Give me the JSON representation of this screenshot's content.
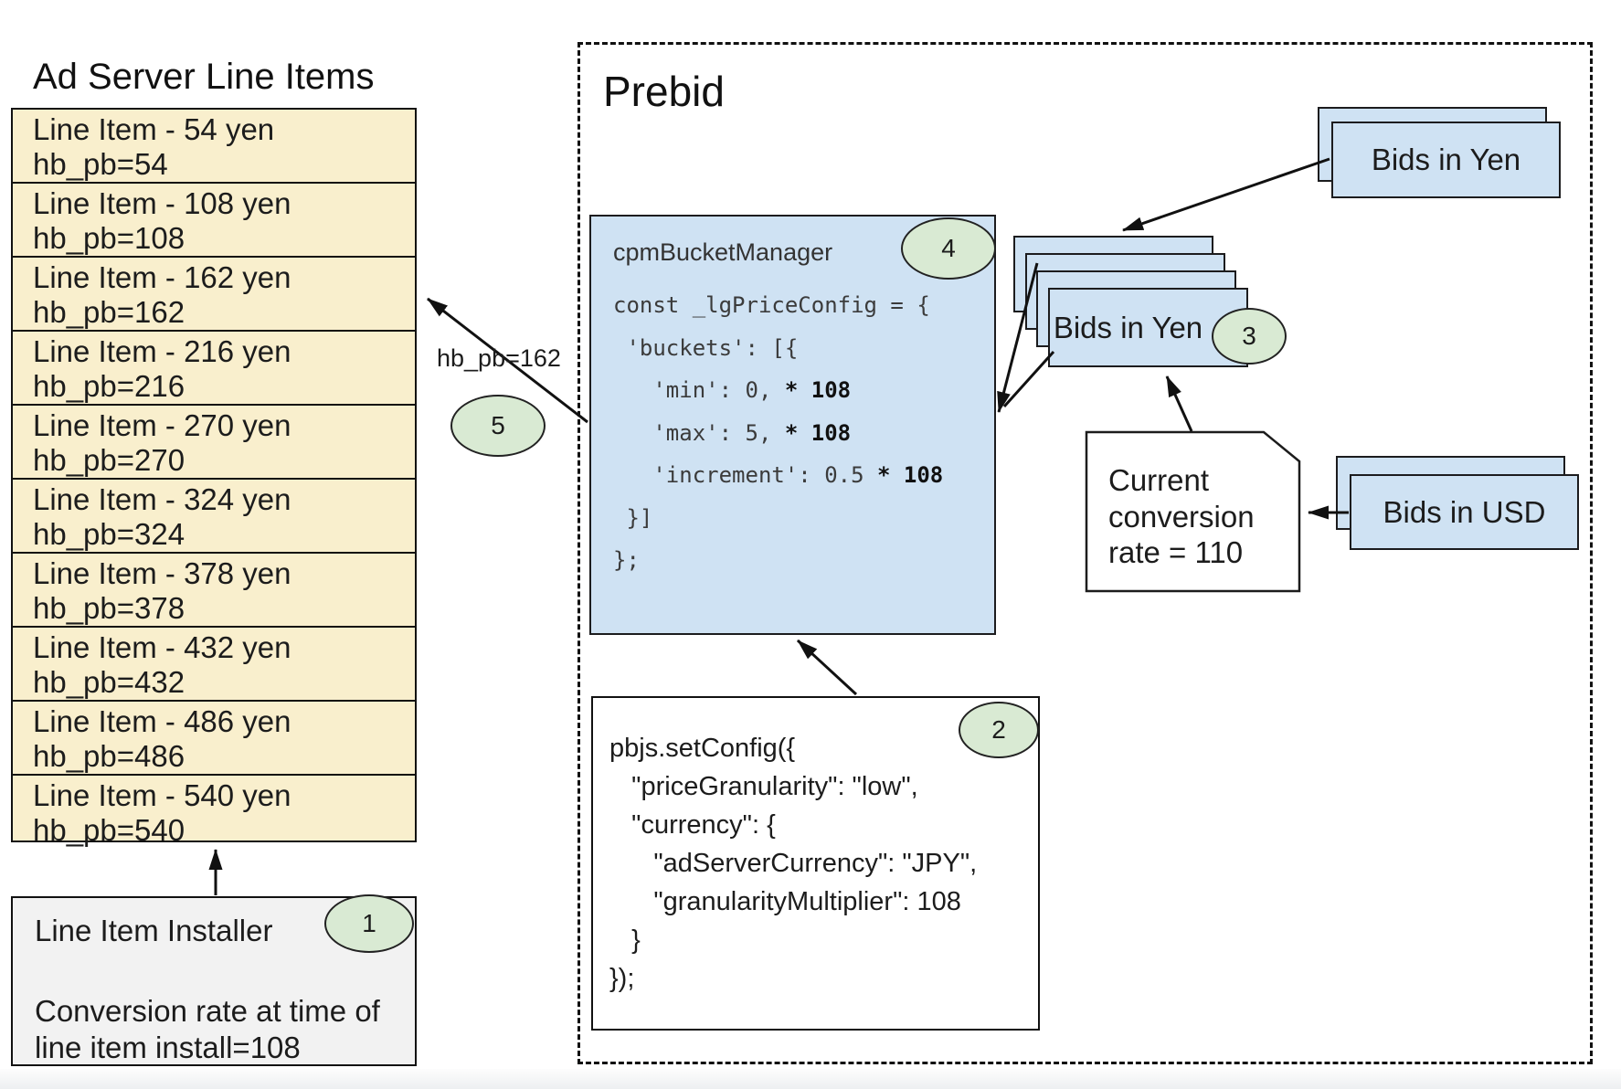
{
  "left_panel": {
    "title": "Ad Server Line Items",
    "line_items": [
      {
        "label": "Line Item - 54 yen",
        "key": "hb_pb=54"
      },
      {
        "label": "Line Item - 108 yen",
        "key": "hb_pb=108"
      },
      {
        "label": "Line Item - 162 yen",
        "key": "hb_pb=162"
      },
      {
        "label": "Line Item - 216 yen",
        "key": "hb_pb=216"
      },
      {
        "label": "Line Item - 270 yen",
        "key": "hb_pb=270"
      },
      {
        "label": "Line Item - 324 yen",
        "key": "hb_pb=324"
      },
      {
        "label": "Line Item - 378 yen",
        "key": "hb_pb=378"
      },
      {
        "label": "Line Item - 432 yen",
        "key": "hb_pb=432"
      },
      {
        "label": "Line Item - 486 yen",
        "key": "hb_pb=486"
      },
      {
        "label": "Line Item - 540 yen",
        "key": "hb_pb=540"
      }
    ],
    "installer": {
      "title": "Line Item Installer",
      "badge": "1",
      "note_line1": "Conversion rate at time of",
      "note_line2": "line item install=108"
    }
  },
  "prebid": {
    "title": "Prebid",
    "bucket_box": {
      "title": "cpmBucketManager",
      "badge": "4",
      "code_lines": [
        [
          {
            "text": "const _lgPriceConfig = {",
            "bold": false
          }
        ],
        [
          {
            "text": " 'buckets': [{",
            "bold": false
          }
        ],
        [
          {
            "text": "   'min': 0, ",
            "bold": false
          },
          {
            "text": "* 108",
            "bold": true
          }
        ],
        [
          {
            "text": "   'max': 5, ",
            "bold": false
          },
          {
            "text": "* 108",
            "bold": true
          }
        ],
        [
          {
            "text": "   'increment': 0.5 ",
            "bold": false
          },
          {
            "text": "* 108",
            "bold": true
          }
        ],
        [
          {
            "text": " }]",
            "bold": false
          }
        ],
        [
          {
            "text": "};",
            "bold": false
          }
        ]
      ]
    },
    "config_box": {
      "badge": "2",
      "code_lines": [
        "pbjs.setConfig({",
        "   \"priceGranularity\": \"low\",",
        "   \"currency\": {",
        "      \"adServerCurrency\": \"JPY\",",
        "      \"granularityMultiplier\": 108",
        "   }",
        "});"
      ]
    },
    "bids_yen_top_label": "Bids in Yen",
    "bids_yen_stack": {
      "label": "Bids in Yen",
      "badge": "3"
    },
    "conversion_note": {
      "line1": "Current",
      "line2": "conversion",
      "line3": "rate = 110"
    },
    "bids_usd_label": "Bids in USD",
    "edge_label": "hb_pb=162",
    "badge5": "5"
  },
  "colors": {
    "card_blue": "#cfe2f3",
    "row_yellow": "#f9efcd",
    "badge_green": "#d9ead3",
    "installer_gray": "#f2f2f2",
    "border_black": "#111111"
  }
}
